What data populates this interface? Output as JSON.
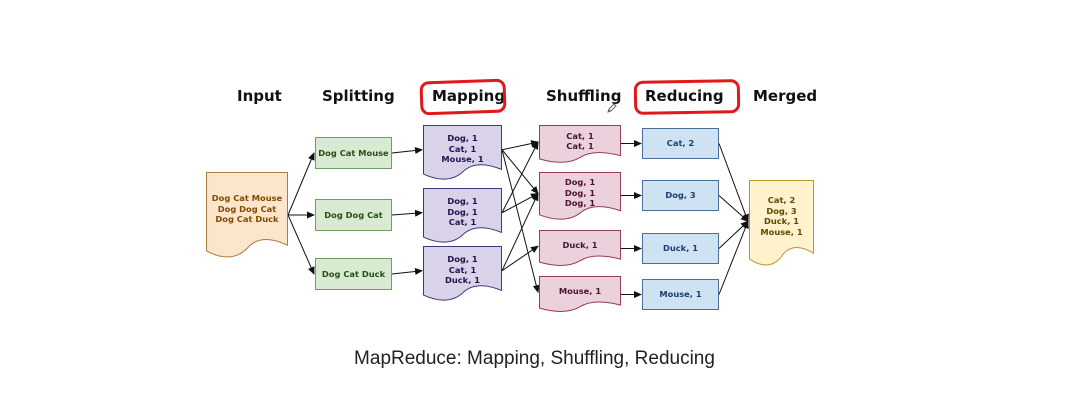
{
  "headers": {
    "input": "Input",
    "splitting": "Splitting",
    "mapping": "Mapping",
    "shuffling": "Shuffling",
    "reducing": "Reducing",
    "merged": "Merged"
  },
  "input": {
    "lines": "Dog Cat Mouse\nDog Dog Cat\nDog Cat Duck"
  },
  "splits": [
    {
      "label": "Dog Cat Mouse"
    },
    {
      "label": "Dog Dog Cat"
    },
    {
      "label": "Dog Cat Duck"
    }
  ],
  "maps": [
    {
      "lines": "Dog, 1\nCat, 1\nMouse, 1"
    },
    {
      "lines": "Dog, 1\nDog, 1\nCat, 1"
    },
    {
      "lines": "Dog, 1\nCat, 1\nDuck, 1"
    }
  ],
  "shuffles": [
    {
      "lines": "Cat, 1\nCat, 1"
    },
    {
      "lines": "Dog, 1\nDog, 1\nDog, 1"
    },
    {
      "lines": "Duck, 1"
    },
    {
      "lines": "Mouse, 1"
    }
  ],
  "reduces": [
    {
      "label": "Cat, 2"
    },
    {
      "label": "Dog, 3"
    },
    {
      "label": "Duck, 1"
    },
    {
      "label": "Mouse, 1"
    }
  ],
  "merged": {
    "lines": "Cat, 2\nDog, 3\nDuck, 1\nMouse, 1"
  },
  "caption": "MapReduce: Mapping, Shuffling, Reducing",
  "colors": {
    "input_fill": "#fce5cd",
    "input_stroke": "#b07a3a",
    "input_text": "#7f4b00",
    "split_fill": "#d9ead3",
    "split_stroke": "#6f9e62",
    "map_fill": "#d9d2e9",
    "map_stroke": "#3c3a7a",
    "map_text": "#20124d",
    "shuffle_fill": "#ead1dc",
    "shuffle_stroke": "#9a3b55",
    "shuffle_text": "#4c1130",
    "reduce_fill": "#cfe2f3",
    "reduce_stroke": "#4a6f94",
    "merged_fill": "#fff2cc",
    "merged_stroke": "#b59a2c",
    "merged_text": "#5b4a00",
    "highlight": "#e0191b"
  },
  "icons": {
    "annotation": "pencil-icon"
  }
}
